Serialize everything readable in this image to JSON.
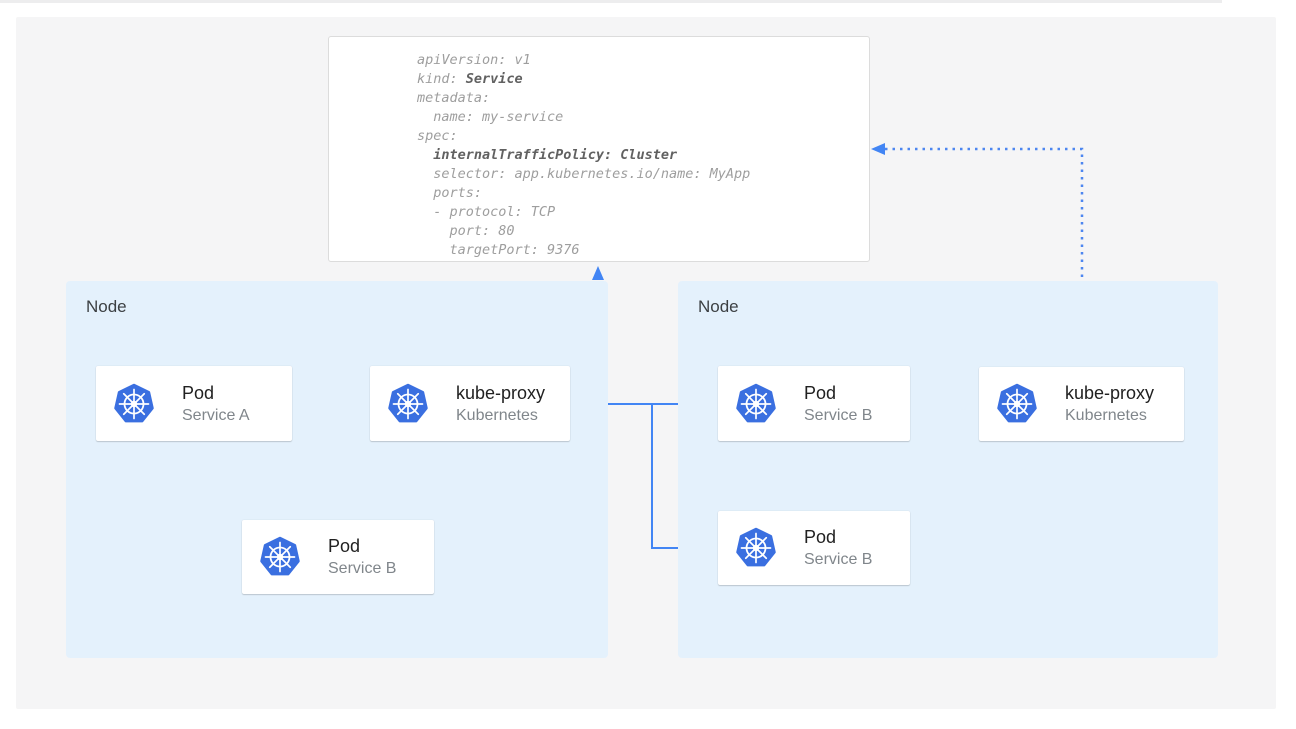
{
  "code_block": {
    "lines": [
      {
        "pre": "apiVersion: v1",
        "bold": ""
      },
      {
        "pre": "kind: ",
        "bold": "Service"
      },
      {
        "pre": "metadata:",
        "bold": ""
      },
      {
        "pre": "  name: my-service",
        "bold": ""
      },
      {
        "pre": "spec:",
        "bold": ""
      },
      {
        "pre": "  ",
        "bold": "internalTrafficPolicy: Cluster"
      },
      {
        "pre": "  selector: app.kubernetes.io/name: MyApp",
        "bold": ""
      },
      {
        "pre": "  ports:",
        "bold": ""
      },
      {
        "pre": "  - protocol: TCP",
        "bold": ""
      },
      {
        "pre": "    port: 80",
        "bold": ""
      },
      {
        "pre": "    targetPort: 9376",
        "bold": ""
      }
    ]
  },
  "nodes": {
    "left": {
      "label": "Node"
    },
    "right": {
      "label": "Node"
    }
  },
  "cards": [
    {
      "title": "Pod",
      "subtitle": "Service A"
    },
    {
      "title": "kube-proxy",
      "subtitle": "Kubernetes"
    },
    {
      "title": "Pod",
      "subtitle": "Service B"
    },
    {
      "title": "Pod",
      "subtitle": "Service B"
    },
    {
      "title": "kube-proxy",
      "subtitle": "Kubernetes"
    },
    {
      "title": "Pod",
      "subtitle": "Service B"
    }
  ],
  "icons": {
    "kubernetes": "kubernetes-helm-wheel-icon"
  },
  "colors": {
    "arrow_blue": "#4285f4",
    "dotted_blue": "#4d86f0",
    "node_bg": "#e4f1fc",
    "kubernetes_blue": "#3a6fe0",
    "card_bg": "#ffffff",
    "canvas_bg": "#f5f5f6",
    "code_text": "#9e9e9e",
    "code_bold": "#616161"
  }
}
